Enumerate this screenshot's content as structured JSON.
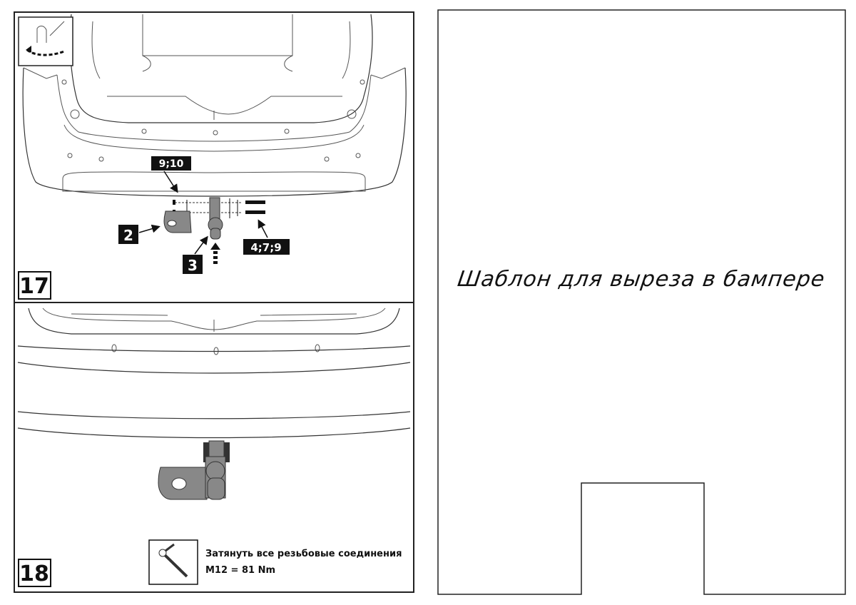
{
  "step17": {
    "number": "17",
    "labels": {
      "bolts_nuts": "9;10",
      "plate": "2",
      "ball": "3",
      "bolts": "4;7;9"
    }
  },
  "step18": {
    "number": "18",
    "torque_note": "Затянуть все резьбовые соединения",
    "torque_value": "M12 = 81 Nm"
  },
  "template": {
    "title": "Шаблон для выреза в бампере"
  }
}
